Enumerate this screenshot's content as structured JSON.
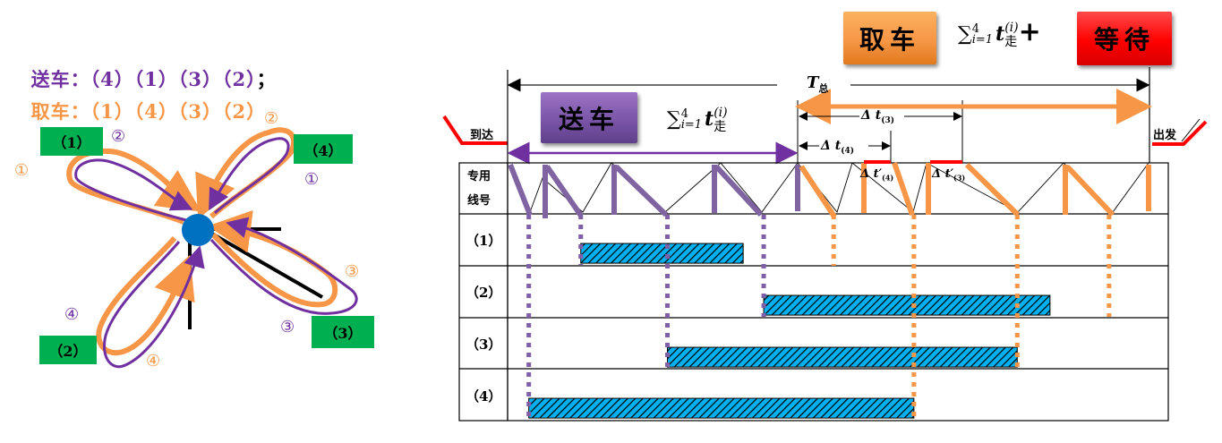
{
  "sequences": {
    "send": {
      "label": "送车：",
      "order": "（4）（1）（3）（2）",
      "terminator": "；"
    },
    "pick": {
      "label": "取车：",
      "order": "（1）（4）（3）（2）"
    }
  },
  "route_diagram": {
    "line_labels": [
      "（1）",
      "（4）",
      "（2）",
      "（3）"
    ],
    "step_marks": {
      "send": {
        "line1": "②",
        "line4": "①",
        "line2": "④",
        "line3": "③"
      },
      "pick": {
        "line1": "①",
        "line4": "②",
        "line2": "④",
        "line3": "③"
      }
    }
  },
  "phase_buttons": {
    "send": "送车",
    "pick": "取车",
    "wait": "等待"
  },
  "formulas": {
    "send": {
      "sigma": "∑",
      "upper": "4",
      "lower": "i=1",
      "var": "t",
      "sup": "(i)",
      "sub": "走"
    },
    "pick": {
      "sigma": "∑",
      "upper": "4",
      "lower": "i=1",
      "var": "t",
      "sup": "(i)",
      "sub": "走",
      "plus": "+"
    }
  },
  "timeline": {
    "total_label": "T",
    "total_sub": "总",
    "arrive_label": "到达",
    "depart_label": "出发",
    "dt3_label": "Δ t",
    "dt3_sub": "(3)",
    "dt4_label": "Δ t",
    "dt4_sub": "(4)",
    "dt4p_label": "Δ t′",
    "dt4p_sub": "(4)",
    "dt3p_label": "Δ t′",
    "dt3p_sub": "(3)"
  },
  "table": {
    "header": [
      "专用",
      "线号"
    ],
    "rows": [
      "（1）",
      "（2）",
      "（3）",
      "（4）"
    ]
  },
  "colors": {
    "send": "#7f60a8",
    "pick": "#f79646",
    "occupancy": "#00b0f0",
    "wait": "#ff0000",
    "label_green": "#00b050",
    "hub": "#0070c0"
  },
  "chart_data": {
    "type": "gantt",
    "title": "",
    "time_unit": "relative (arrival=0, departure=1)",
    "occupancy_bars": [
      {
        "line": "（1）",
        "start": 0.114,
        "end": 0.367
      },
      {
        "line": "（2）",
        "start": 0.399,
        "end": 0.845
      },
      {
        "line": "（3）",
        "start": 0.249,
        "end": 0.794
      },
      {
        "line": "（4）",
        "start": 0.033,
        "end": 0.633
      }
    ],
    "send_phase": {
      "start": 0.0,
      "end": 0.452
    },
    "pick_phase": {
      "start": 0.452,
      "end": 1.0
    }
  }
}
